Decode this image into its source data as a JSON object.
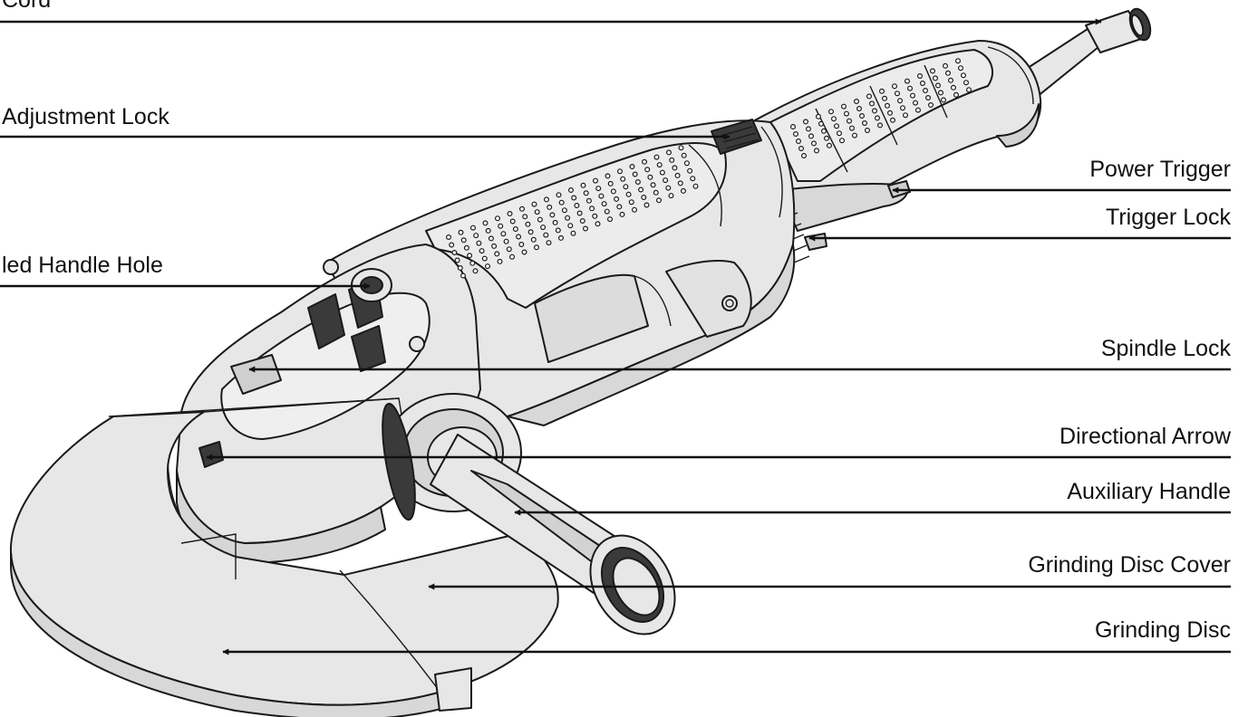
{
  "diagram": {
    "labels": {
      "cord": "Cord",
      "adjustment_lock": "Adjustment Lock",
      "handle_hole": "led Handle Hole",
      "power_trigger": "Power Trigger",
      "trigger_lock": "Trigger Lock",
      "spindle_lock": "Spindle Lock",
      "directional_arrow": "Directional Arrow",
      "auxiliary_handle": "Auxiliary Handle",
      "grinding_disc_cover": "Grinding Disc Cover",
      "grinding_disc": "Grinding Disc"
    }
  },
  "colors": {
    "body_fill": "#e7e7e7",
    "shade_fill": "#d2d2d2",
    "dark_fill": "#3a3a3a",
    "line": "#111111"
  }
}
